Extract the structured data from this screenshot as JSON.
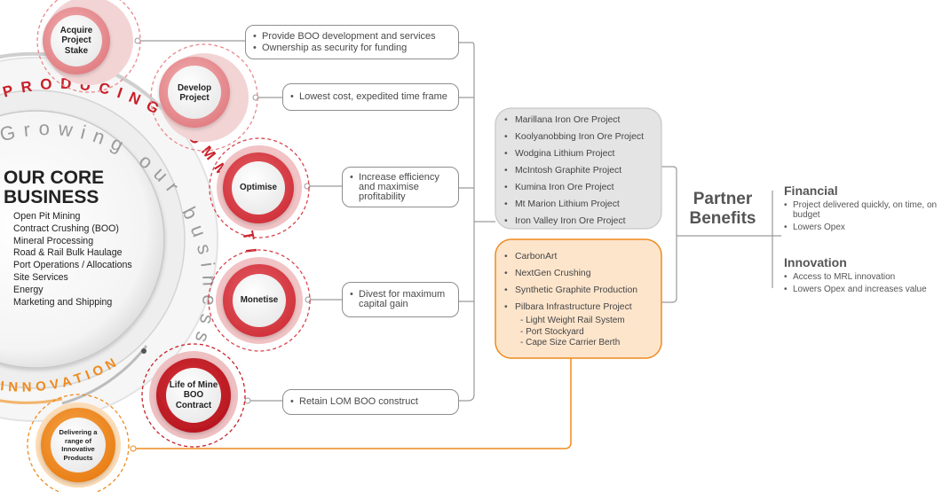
{
  "core": {
    "title_line1": "OUR CORE",
    "title_line2": "BUSINESS",
    "items": [
      "Open Pit Mining",
      "Contract Crushing (BOO)",
      "Mineral Processing",
      "Road & Rail Bulk Haulage",
      "Port Operations / Allocations",
      "Site Services",
      "Energy",
      "Marketing and Shipping"
    ]
  },
  "ring_text": {
    "producing": "PRODUCING COMMODITIES",
    "growing": "Growing our business through",
    "innovation": "INNOVATION"
  },
  "stages": {
    "acquire": "Acquire Project Stake",
    "develop": "Develop Project",
    "optimise": "Optimise",
    "monetise": "Monetise",
    "lom": "Life of Mine BOO Contract",
    "delivering": "Delivering a range of Innovative Products"
  },
  "stage_notes": {
    "acquire": [
      "Provide BOO development and services",
      "Ownership as security for funding"
    ],
    "develop": [
      "Lowest cost, expedited time frame"
    ],
    "optimise": [
      "Increase efficiency and maximise profitability"
    ],
    "monetise": [
      "Divest for maximum capital gain"
    ],
    "lom": [
      "Retain LOM BOO construct"
    ]
  },
  "projects": [
    "Marillana Iron Ore Project",
    "Koolyanobbing Iron Ore Project",
    "Wodgina Lithium Project",
    "McIntosh Graphite Project",
    "Kumina Iron Ore Project",
    "Mt Marion Lithium Project",
    "Iron Valley Iron Ore Project"
  ],
  "products": {
    "items": [
      "CarbonArt",
      "NextGen Crushing",
      "Synthetic Graphite Production",
      "Pilbara Infrastructure Project"
    ],
    "sub_items": [
      "- Light Weight Rail System",
      "- Port Stockyard",
      "- Cape Size Carrier Berth"
    ]
  },
  "partner_benefits": {
    "title_line1": "Partner",
    "title_line2": "Benefits",
    "financial": {
      "heading": "Financial",
      "items": [
        "Project delivered quickly, on time, on budget",
        "Lowers Opex"
      ]
    },
    "innovation": {
      "heading": "Innovation",
      "items": [
        "Access to MRL innovation",
        "Lowers Opex and increases value"
      ]
    }
  },
  "colors": {
    "red_dark": "#c8202a",
    "red_mid": "#d9434c",
    "pink": "#e9878c",
    "orange": "#ef8a1f",
    "grey_panel": "#e4e4e4",
    "peach_panel": "#fde5cc"
  }
}
